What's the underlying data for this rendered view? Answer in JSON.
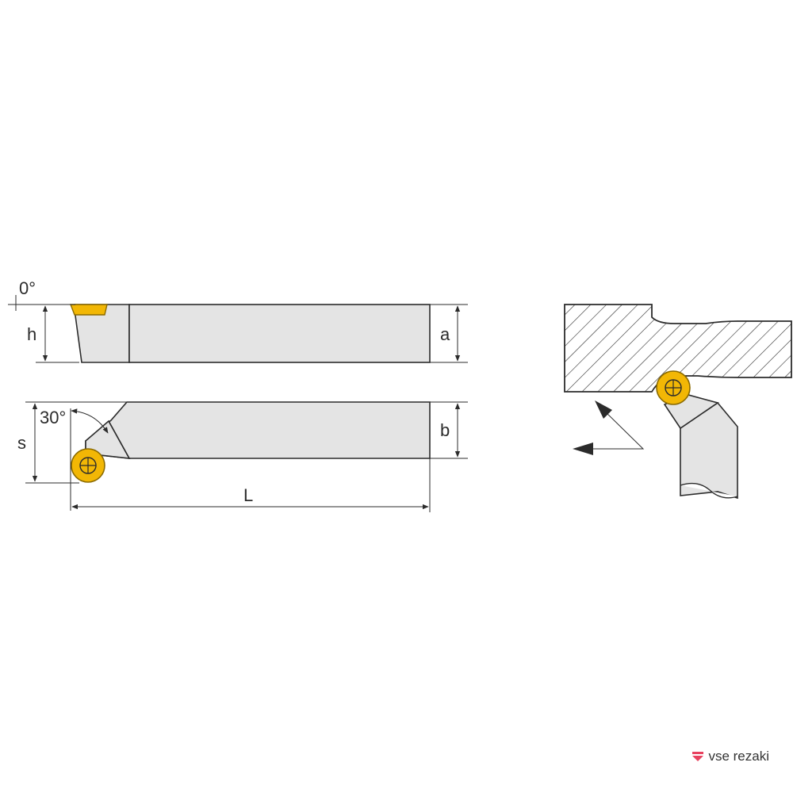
{
  "labels": {
    "angle_top": "0°",
    "h": "h",
    "a": "a",
    "angle_side": "30°",
    "s": "s",
    "b": "b",
    "L": "L"
  },
  "brand": {
    "text": "vse rezaki"
  },
  "colors": {
    "body_fill": "#e4e4e4",
    "outline": "#2b2b2b",
    "insert_fill": "#f2b705",
    "insert_outline": "#8a6a00",
    "brand_accent": "#e8425f"
  }
}
